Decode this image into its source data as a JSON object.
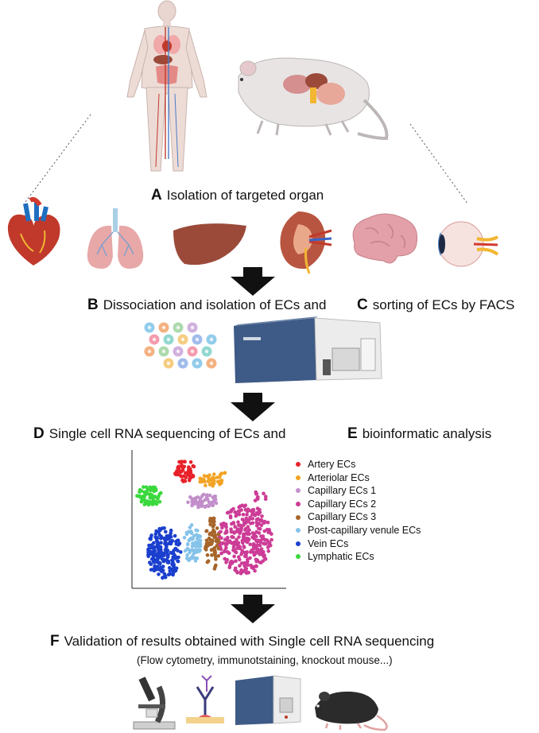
{
  "steps": {
    "a": {
      "letter": "A",
      "text": "Isolation of targeted organ"
    },
    "b": {
      "letter": "B",
      "text": "Dissociation and isolation of ECs and"
    },
    "c": {
      "letter": "C",
      "text": "sorting of ECs by FACS"
    },
    "d": {
      "letter": "D",
      "text": "Single cell RNA sequencing of ECs and"
    },
    "e": {
      "letter": "E",
      "text": "bioinformatic analysis"
    },
    "f": {
      "letter": "F",
      "text": "Validation of results obtained with Single cell RNA sequencing"
    },
    "f_sub": "(Flow cytometry, immunotstaining, knockout mouse...)"
  },
  "organs": [
    "heart-icon",
    "lungs-icon",
    "liver-icon",
    "kidney-icon",
    "brain-icon",
    "eye-icon"
  ],
  "colors": {
    "organ_red": "#c0392b",
    "lung_pink": "#e8a8a8",
    "liver_brown": "#9b4a3a",
    "brain_pink": "#e3a0a8",
    "instrument_blue": "#3e5a86",
    "arrow": "#111111"
  },
  "chart_data": {
    "type": "scatter",
    "title": "",
    "xlabel": "",
    "ylabel": "",
    "grid": false,
    "legend_placement": "right",
    "series": [
      {
        "name": "Artery ECs",
        "color": "#e8212a"
      },
      {
        "name": "Arteriolar ECs",
        "color": "#f2a324"
      },
      {
        "name": "Capillary ECs 1",
        "color": "#c28fcb"
      },
      {
        "name": "Capillary ECs 2",
        "color": "#cc3c96"
      },
      {
        "name": "Capillary ECs 3",
        "color": "#a7652a"
      },
      {
        "name": "Post-capillary venule ECs",
        "color": "#86c3ea"
      },
      {
        "name": "Vein ECs",
        "color": "#1a3fce"
      },
      {
        "name": "Lymphatic ECs",
        "color": "#3ad83c"
      }
    ]
  }
}
